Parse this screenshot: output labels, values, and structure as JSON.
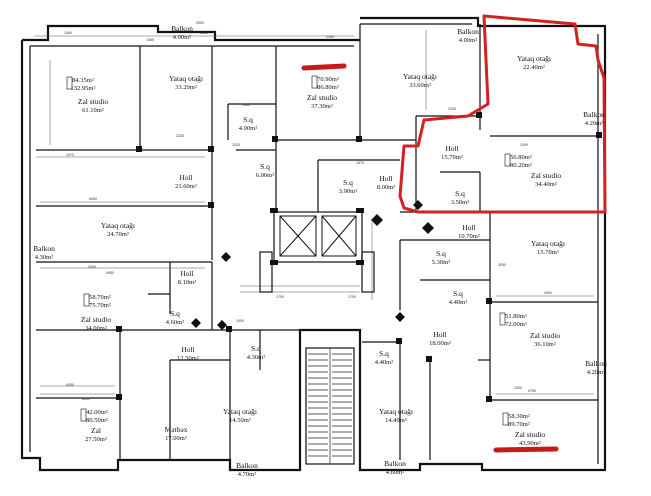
{
  "rooms": [
    {
      "label": "Balkon",
      "area": "4.00m²"
    },
    {
      "label": "Yataq otağı",
      "area": "33.20m²"
    },
    {
      "label": "Zal studio",
      "area": "61.10m²"
    },
    {
      "label": "S.q",
      "area": "4.00m²"
    },
    {
      "label": "Zal studio",
      "area": "37.30m²"
    },
    {
      "label": "Balkon",
      "area": "4.00m²"
    },
    {
      "label": "Yataq otağı",
      "area": "33.60m²"
    },
    {
      "label": "Yataq otağı",
      "area": "22.40m²"
    },
    {
      "label": "Balkon",
      "area": "4.20m²"
    },
    {
      "label": "Holl",
      "area": "15.70m²"
    },
    {
      "label": "Zal studio",
      "area": "34.40m²"
    },
    {
      "label": "S.q",
      "area": "3.50m²"
    },
    {
      "label": "S.q",
      "area": "6.00m²"
    },
    {
      "label": "Holl",
      "area": "21.60m²"
    },
    {
      "label": "S.q",
      "area": "3.90m²"
    },
    {
      "label": "Holl",
      "area": "8.00m²"
    },
    {
      "label": "Yataq otağı",
      "area": "24.70m²"
    },
    {
      "label": "Balkon",
      "area": "4.30m²"
    },
    {
      "label": "Holl",
      "area": "8.10m²"
    },
    {
      "label": "Zal studio",
      "area": "34.00m²"
    },
    {
      "label": "S.q",
      "area": "4.60m²"
    },
    {
      "label": "Holl",
      "area": "10.70m²"
    },
    {
      "label": "Yataq otağı",
      "area": "15.70m²"
    },
    {
      "label": "S.q",
      "area": "5.30m²"
    },
    {
      "label": "S.q",
      "area": "4.40m²"
    },
    {
      "label": "Zal studio",
      "area": "36.10m²"
    },
    {
      "label": "Holl",
      "area": "18.00m²"
    },
    {
      "label": "Balkon",
      "area": "4.20m²"
    },
    {
      "label": "Holl",
      "area": "12.50m²"
    },
    {
      "label": "S.q",
      "area": "4.30m²"
    },
    {
      "label": "S.q",
      "area": "4.40m²"
    },
    {
      "label": "Yataq otağı",
      "area": "14.50m²"
    },
    {
      "label": "Mətbəx",
      "area": "17.00m²"
    },
    {
      "label": "Zal",
      "area": "27.50m²"
    },
    {
      "label": "Yataq otağı",
      "area": "14.40m²"
    },
    {
      "label": "Balkon",
      "area": "4.70m²"
    },
    {
      "label": "Balkon",
      "area": "4.60m²"
    },
    {
      "label": "Zal studio",
      "area": "43.90m²"
    }
  ],
  "apartments": [
    {
      "total": "84.35m²",
      "living": "132.95m²"
    },
    {
      "total": "70.90m²",
      "living": "86.80m²"
    },
    {
      "total": "56.80m²",
      "living": "80.20m²"
    },
    {
      "total": "58.70m²",
      "living": "75.70m²"
    },
    {
      "total": "51.80m²",
      "living": "72.00m²"
    },
    {
      "total": "42.00m²",
      "living": "80.50m²"
    },
    {
      "total": "58.30m²",
      "living": "89.70m²"
    }
  ],
  "dimensions": [
    "1460",
    "1650",
    "1450",
    "1460",
    "2000",
    "1570",
    "3225",
    "1570",
    "1020",
    "1500",
    "3150",
    "1290",
    "6050",
    "4950",
    "2500",
    "1700",
    "1700",
    "1900",
    "4050",
    "4900",
    "3050",
    "4750",
    "1500",
    "6450"
  ],
  "colors": {
    "wall": "#111111",
    "highlight": "#d32020",
    "background": "#ffffff"
  },
  "icons": [
    "elevator-icon",
    "staircase-icon",
    "entrance-arrow-icon"
  ]
}
